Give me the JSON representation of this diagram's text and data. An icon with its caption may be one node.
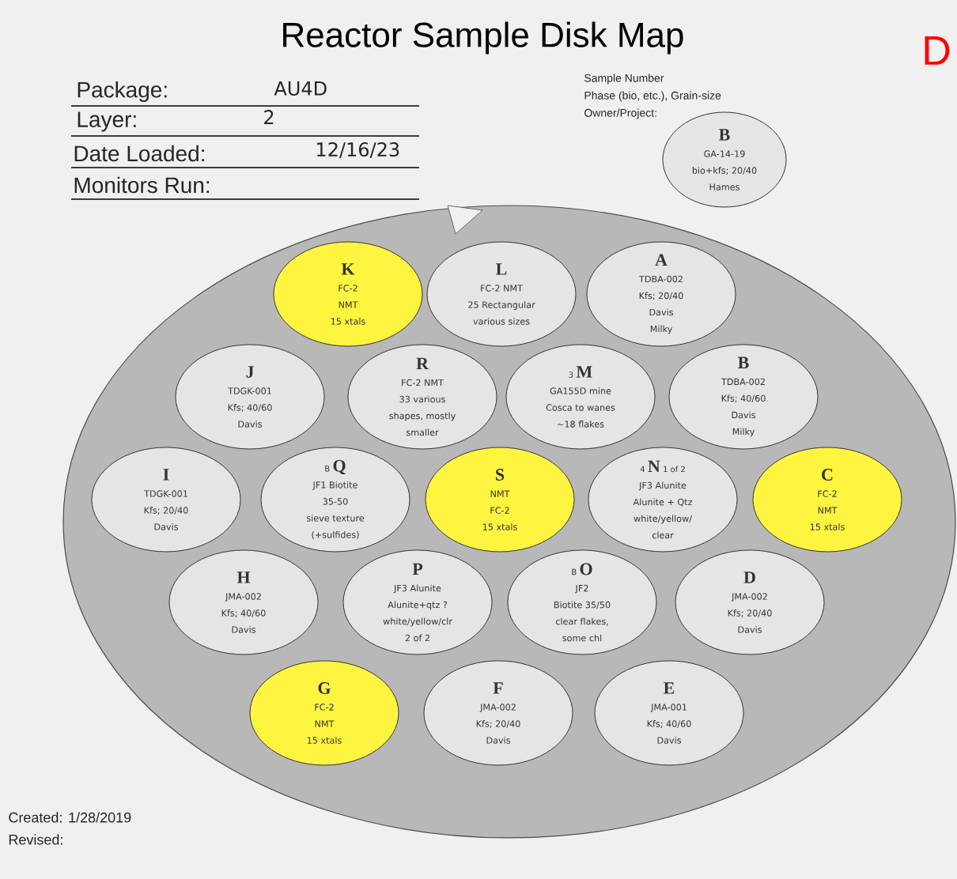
{
  "diagram": {
    "title": "Reactor Sample Disk Map",
    "nodes": [
      {
        "text": [],
        "shape": "circle"
      },
      {
        "text": [
          "K",
          "FC-2",
          "NMT",
          "15 xtals"
        ],
        "in": 0
      },
      {
        "text": [
          "L",
          "FC-2 NMT",
          "25 Rectangular",
          "various sizes"
        ],
        "in": 0
      },
      {
        "text": [
          "A",
          "TDBA-002",
          "Kfs; 20/40",
          "Davis",
          "Milky"
        ],
        "in": 0
      },
      {
        "text": [
          "J",
          "TDGK-001",
          "Kfs; 40/60",
          "Davis"
        ],
        "in": 0
      },
      {
        "text": [
          "R",
          "FC-2 NMT",
          "33 various",
          "shapes, mostly",
          "smaller"
        ],
        "in": 0
      },
      {
        "text": [
          "3",
          "M",
          "GA155D mine",
          "Cosca to wanes",
          "~18 flakes"
        ],
        "in": 0
      },
      {
        "text": [
          "B",
          "TDBA-002",
          "Kfs; 40/60",
          "Davis",
          "Milky"
        ],
        "in": 0
      },
      {
        "text": [
          "I",
          "TDGK-001",
          "Kfs; 20/40",
          "Davis"
        ],
        "in": 0
      },
      {
        "text": [
          "B",
          "Q",
          "JF1 Biotite",
          "35-50",
          "sieve texture",
          "(+sulfides)"
        ],
        "in": 0
      },
      {
        "text": [
          "S",
          "NMT",
          "FC-2",
          "15 xtals"
        ],
        "in": 0
      },
      {
        "text": [
          "4",
          "N",
          "1 of 2",
          "JF3 Alunite",
          "Alunite + Qtz",
          "white/yellow/",
          "clear"
        ],
        "in": 0
      },
      {
        "text": [
          "C",
          "FC-2",
          "NMT",
          "15 xtals"
        ],
        "in": 0
      },
      {
        "text": [
          "H",
          "JMA-002",
          "Kfs; 40/60",
          "Davis"
        ],
        "in": 0
      },
      {
        "text": [
          "P",
          "JF3 Alunite",
          "Alunite+qtz ?",
          "white/yellow/clr",
          "2 of 2"
        ],
        "in": 0
      },
      {
        "text": [
          "B",
          "O",
          "JF2",
          "Biotite 35/50",
          "clear flakes,",
          "some chl"
        ],
        "in": 0
      },
      {
        "text": [
          "D",
          "JMA-002",
          "Kfs; 20/40",
          "Davis"
        ],
        "in": 0
      },
      {
        "text": [
          "G",
          "FC-2",
          "NMT",
          "15 xtals"
        ],
        "in": 0
      },
      {
        "text": [
          "F",
          "JMA-002",
          "Kfs; 20/40",
          "Davis"
        ],
        "in": 0
      },
      {
        "text": [
          "E",
          "JMA-001",
          "Kfs; 40/60",
          "Davis"
        ],
        "in": 0
      },
      {
        "text": [
          "B",
          "GA-14-19",
          "bio+kfs; 20/40",
          "Hames"
        ]
      }
    ],
    "labels": [
      "Package:",
      "AU4D",
      "Layer:",
      "2",
      "Date Loaded:",
      "12/16/23",
      "Monitors Run:",
      "Sample Number",
      "Phase (bio, etc.), Grain-size",
      "Owner/Project:",
      "D",
      "Created: 1/28/2019",
      "Revised:"
    ]
  }
}
